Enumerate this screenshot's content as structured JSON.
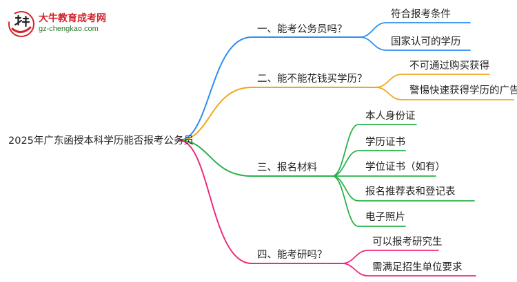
{
  "logo": {
    "title": "大牛教育成考网",
    "url": "gz-chengkao.com",
    "mark_glyph": "大牛"
  },
  "mindmap": {
    "root": "2025年广东函授本科学历能否报考公务员",
    "branches": [
      {
        "label": "一、能考公务员吗？",
        "color": "#2b8ef0",
        "children": [
          "符合报考条件",
          "国家认可的学历"
        ]
      },
      {
        "label": "二、能不能花钱买学历？",
        "color": "#f0a81a",
        "children": [
          "不可通过购买获得",
          "警惕快速获得学历的广告"
        ]
      },
      {
        "label": "三、报名材料",
        "color": "#27b24a",
        "children": [
          "本人身份证",
          "学历证书",
          "学位证书（如有）",
          "报名推荐表和登记表",
          "电子照片"
        ]
      },
      {
        "label": "四、能考研吗？",
        "color": "#ee2a7b",
        "children": [
          "可以报考研究生",
          "需满足招生单位要求"
        ]
      }
    ]
  }
}
